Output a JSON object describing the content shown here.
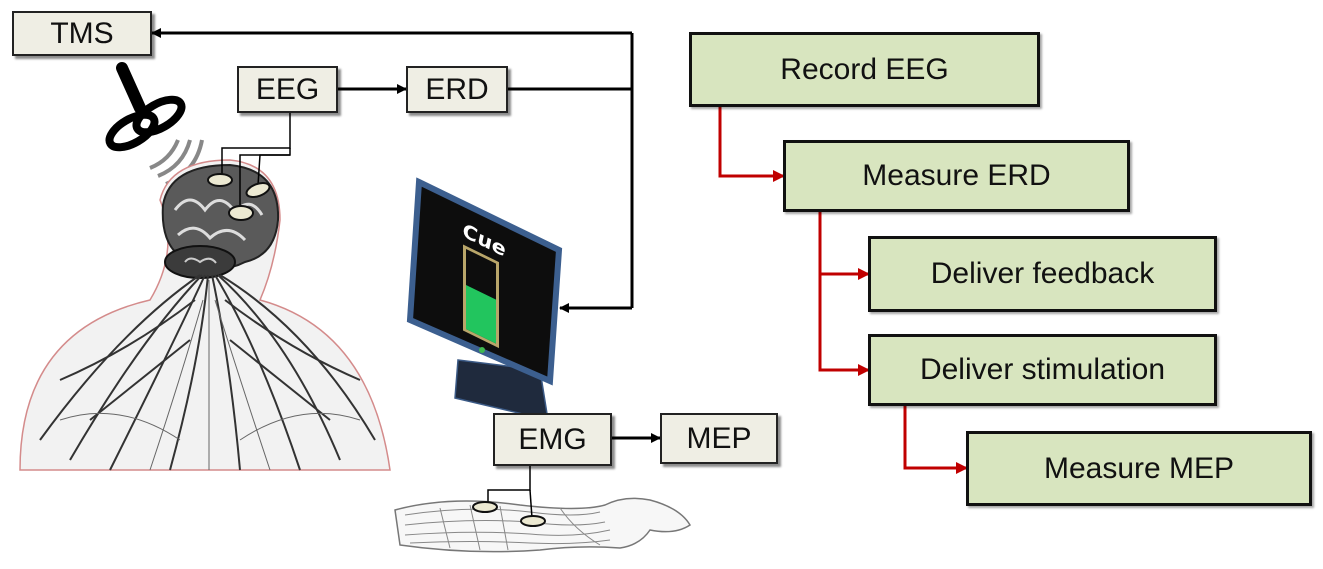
{
  "signal_chain": {
    "tms": "TMS",
    "eeg": "EEG",
    "erd": "ERD",
    "emg": "EMG",
    "mep": "MEP"
  },
  "monitor": {
    "cue_text": "Cue",
    "feedback_level": 0.55
  },
  "flowchart": {
    "steps": [
      "Record EEG",
      "Measure ERD",
      "Deliver feedback",
      "Deliver stimulation",
      "Measure MEP"
    ]
  },
  "colors": {
    "gray_box_fill": "#efeee4",
    "green_box_fill": "#d8e5bf",
    "flow_arrow": "#c00000",
    "signal_arrow": "#000000",
    "feedback_bar": "#22c55e"
  }
}
